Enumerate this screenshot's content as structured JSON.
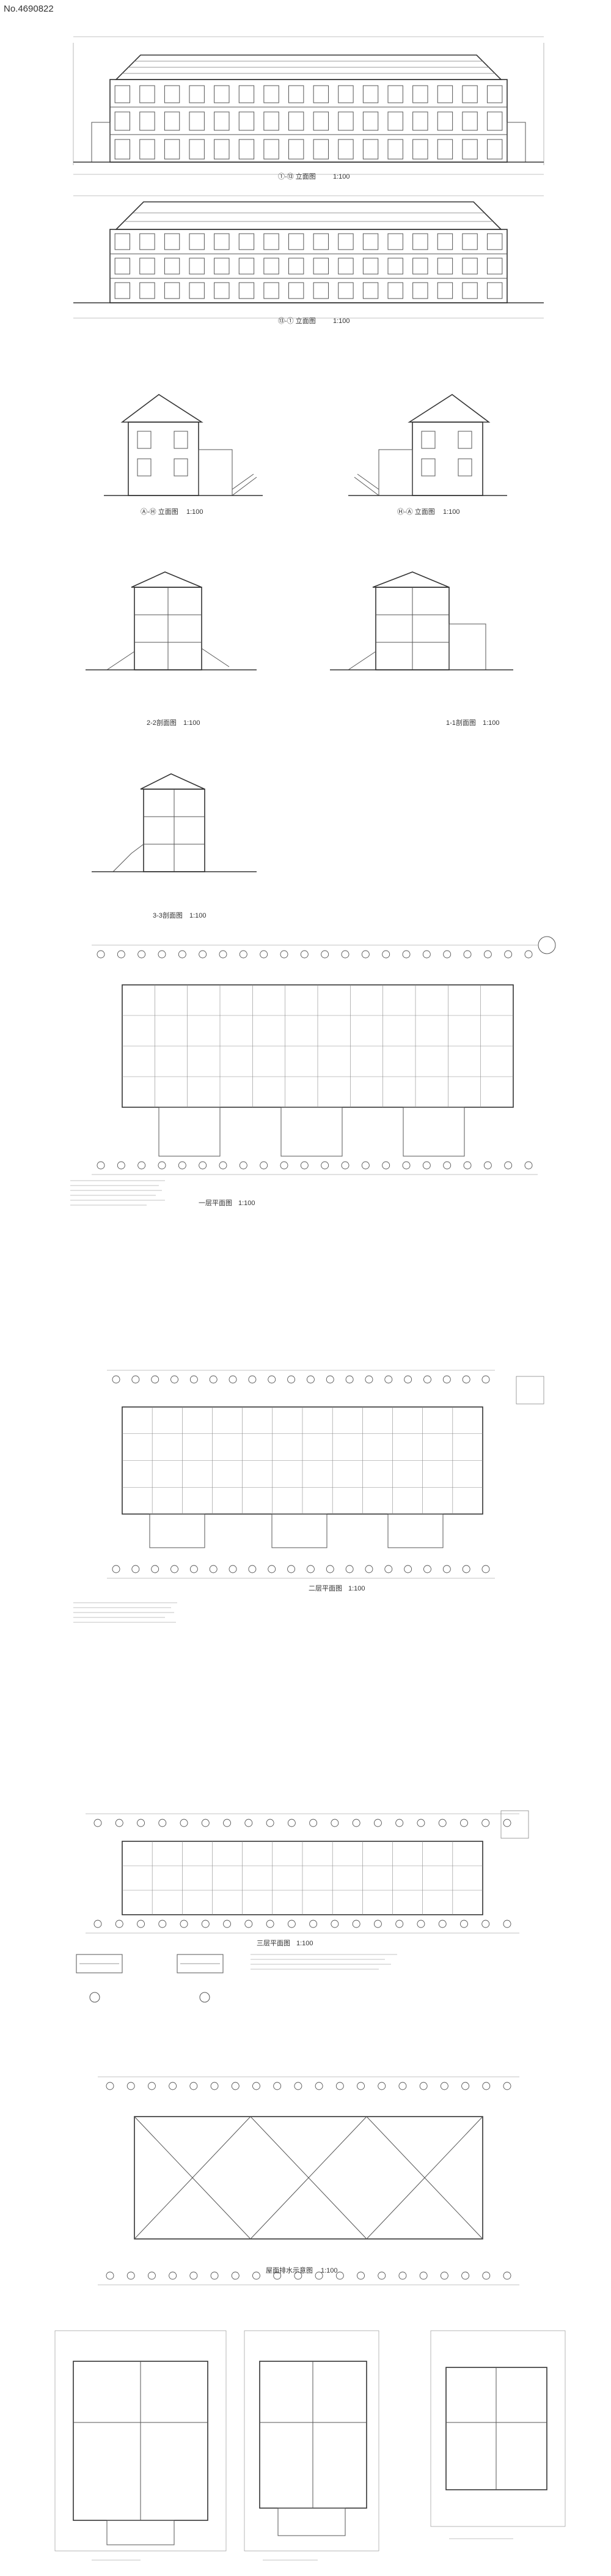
{
  "sheet": {
    "id": "No.4690822"
  },
  "captions": {
    "elev_front": "①-⑬ 立面图",
    "elev_rear": "⑬-① 立面图",
    "elev_side_left": "Ⓐ-Ⓗ 立面图",
    "elev_side_right": "Ⓗ-Ⓐ 立面图",
    "sect_22": "2-2剖面图",
    "sect_11": "1-1剖面图",
    "sect_33": "3-3剖面图",
    "plan_1f": "一层平面图",
    "plan_2f": "二层平面图",
    "plan_3f": "三层平面图",
    "plan_roof": "屋面排水示意图",
    "scale": "1:100"
  }
}
